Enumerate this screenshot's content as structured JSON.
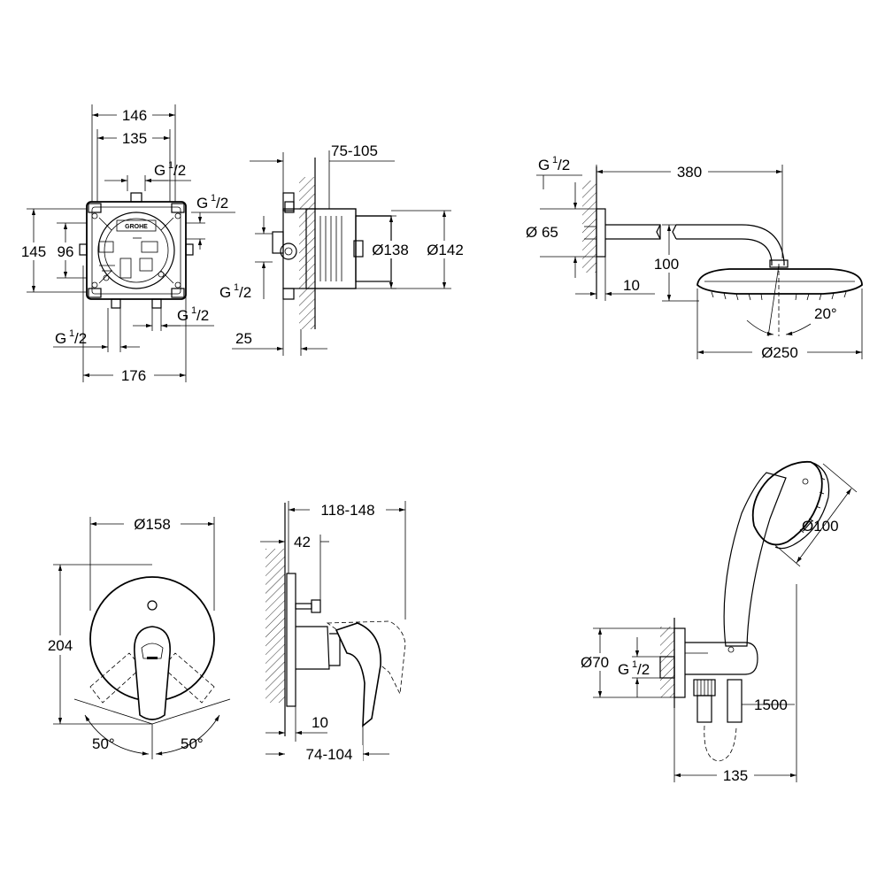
{
  "views": {
    "valve_front": {
      "dims": {
        "w146": "146",
        "w135": "135",
        "h145": "145",
        "h96": "96",
        "w176": "176"
      },
      "thread": {
        "g": "G",
        "num": "1",
        "den": "/2"
      },
      "logo": "GROHE"
    },
    "valve_side": {
      "dims": {
        "depth": "75-105",
        "d138": "Ø138",
        "d142": "Ø142",
        "d25": "25"
      },
      "thread": {
        "g": "G",
        "num": "1",
        "den": "/2"
      }
    },
    "head_shower": {
      "dims": {
        "arm": "380",
        "flange": "Ø 65",
        "drop": "100",
        "wall": "10",
        "head": "Ø250",
        "angle": "20°"
      },
      "thread": {
        "g": "G",
        "num": "1",
        "den": "/2"
      }
    },
    "trim_front": {
      "dims": {
        "plate": "Ø158",
        "height": "204",
        "left": "50°",
        "right": "50°"
      }
    },
    "trim_side": {
      "dims": {
        "depth": "118-148",
        "d42": "42",
        "d10": "10",
        "proj": "74-104"
      }
    },
    "hand_shower": {
      "dims": {
        "head": "Ø100",
        "elbow": "Ø70",
        "hose": "1500",
        "width": "135"
      },
      "thread": {
        "g": "G",
        "num": "1",
        "den": "/2"
      }
    }
  }
}
